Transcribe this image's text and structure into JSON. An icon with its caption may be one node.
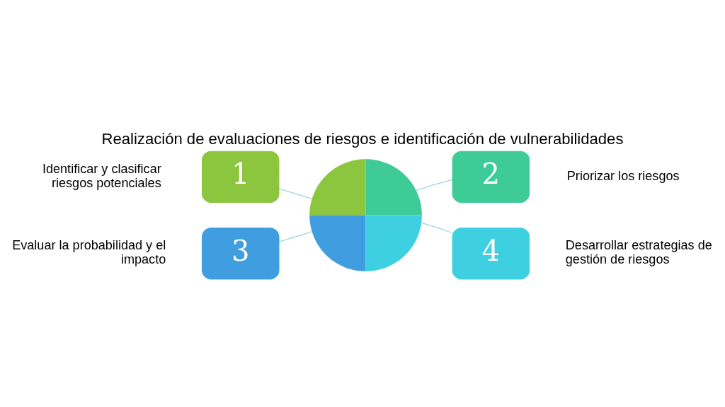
{
  "diagram": {
    "title": "Realización de evaluaciones de riesgos e identificación de vulnerabilidades",
    "nodes": [
      {
        "text": [
          "1"
        ],
        "beside": [
          "Identificar y clasificar riesgos potenciales"
        ]
      },
      {
        "text": [
          "2"
        ],
        "beside": [
          "Priorizar los riesgos"
        ]
      },
      {
        "text": [
          "3"
        ],
        "beside": [
          "Evaluar la probabilidad y el impacto"
        ]
      },
      {
        "text": [
          "4"
        ],
        "beside": [
          "Desarrollar estrategias de gestión de riesgos"
        ]
      },
      {
        "text": [],
        "shape": "circle"
      }
    ],
    "edges": [
      {
        "from": 0,
        "to": 4,
        "arrow": "none"
      },
      {
        "from": 1,
        "to": 4,
        "arrow": "none"
      },
      {
        "from": 2,
        "to": 4,
        "arrow": "none"
      },
      {
        "from": 3,
        "to": 4,
        "arrow": "none"
      }
    ]
  }
}
